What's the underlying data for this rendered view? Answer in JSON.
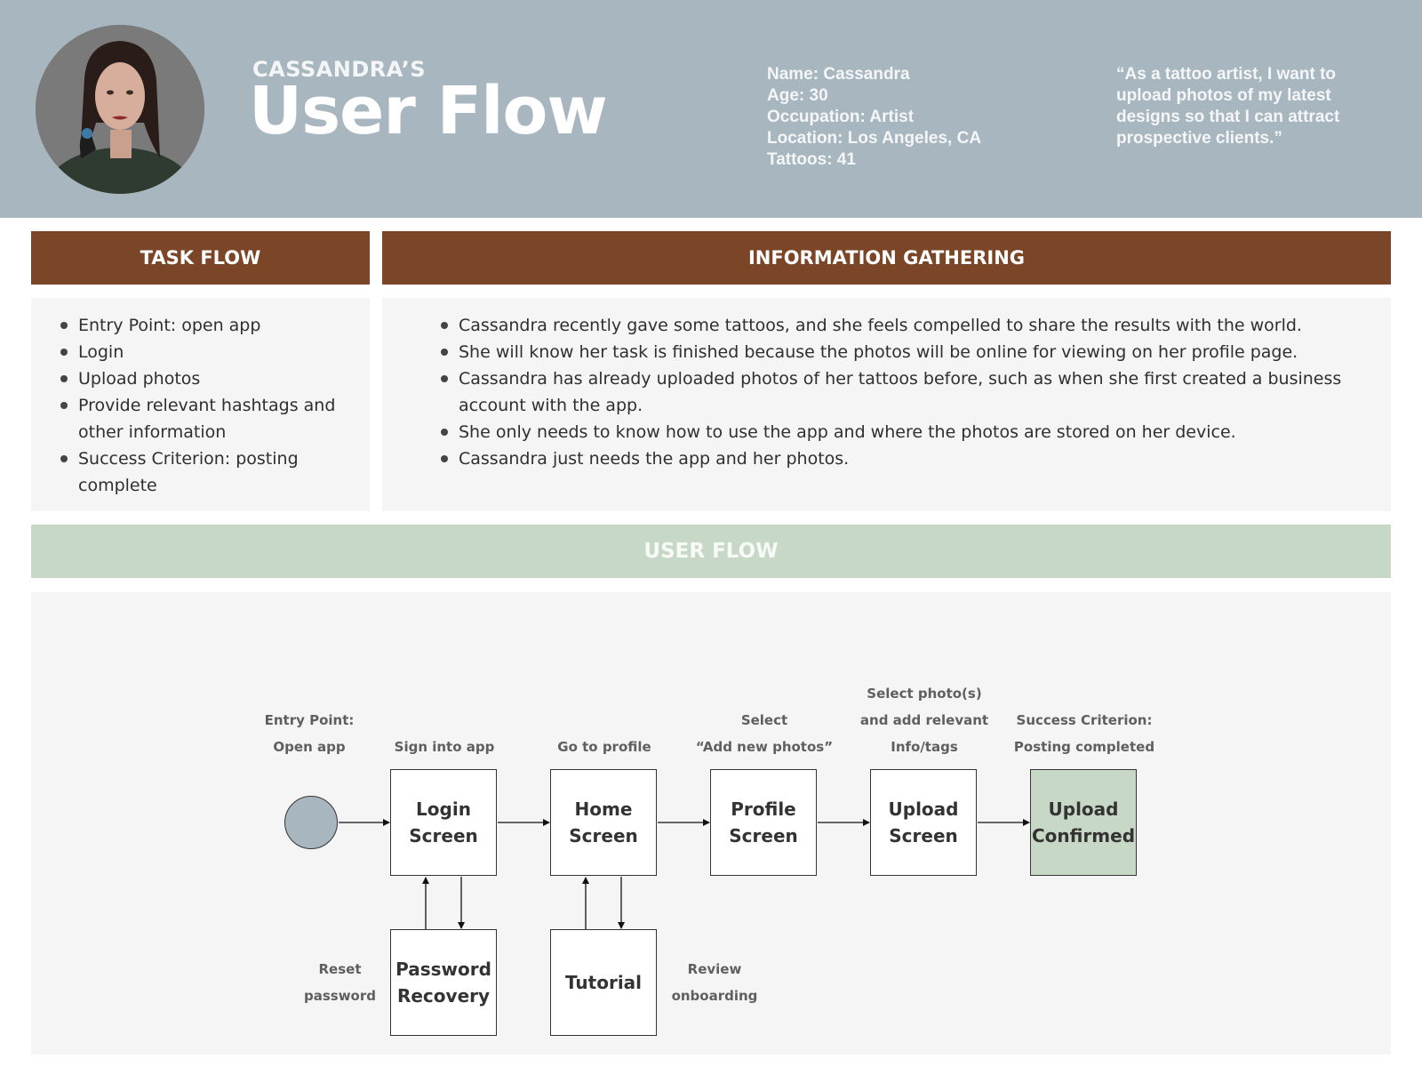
{
  "header": {
    "subtitle": "CASSANDRA’S",
    "title": "User Flow",
    "persona": {
      "name": "Name: Cassandra",
      "age": "Age: 30",
      "occupation": "Occupation: Artist",
      "location": "Location: Los Angeles, CA",
      "tattoos": "Tattoos: 41"
    },
    "quote": "“As a tattoo artist, I want to upload photos of my latest designs so that I can attract prospective clients.”"
  },
  "task_flow": {
    "heading": "TASK FLOW",
    "items": [
      "Entry Point: open app",
      "Login",
      "Upload photos",
      "Provide relevant hashtags and other information",
      "Success Criterion: posting complete"
    ]
  },
  "info_gathering": {
    "heading": "INFORMATION GATHERING",
    "items": [
      "Cassandra recently gave some tattoos, and she feels compelled to share the results with the world.",
      "She will know her task is finished because the photos will be online for viewing on her profile page.",
      "Cassandra has already uploaded photos of her tattoos before, such as when she first created a business account with the app.",
      "She only needs to know how to use the app and where the photos are stored on her device.",
      "Cassandra just needs the app and her photos."
    ]
  },
  "user_flow": {
    "heading": "USER FLOW",
    "start_label": "Entry Point:\nOpen app",
    "nodes": {
      "login": "Login Screen",
      "home": "Home Screen",
      "profile": "Profile Screen",
      "upload": "Upload Screen",
      "confirmed": "Upload Confirmed",
      "password": "Password Recovery",
      "tutorial": "Tutorial"
    },
    "labels": {
      "login": "Sign into app",
      "home": "Go to profile",
      "profile": "Select\n“Add new photos”",
      "upload": "Select photo(s)\nand add relevant\nInfo/tags",
      "confirmed": "Success Criterion:\nPosting completed",
      "password": "Reset\npassword",
      "tutorial": "Review\nonboarding"
    }
  },
  "colors": {
    "header_bg": "#a8b6bf",
    "section_brown": "#7b4527",
    "section_green": "#c8d8c6",
    "panel_bg": "#f5f5f5"
  }
}
